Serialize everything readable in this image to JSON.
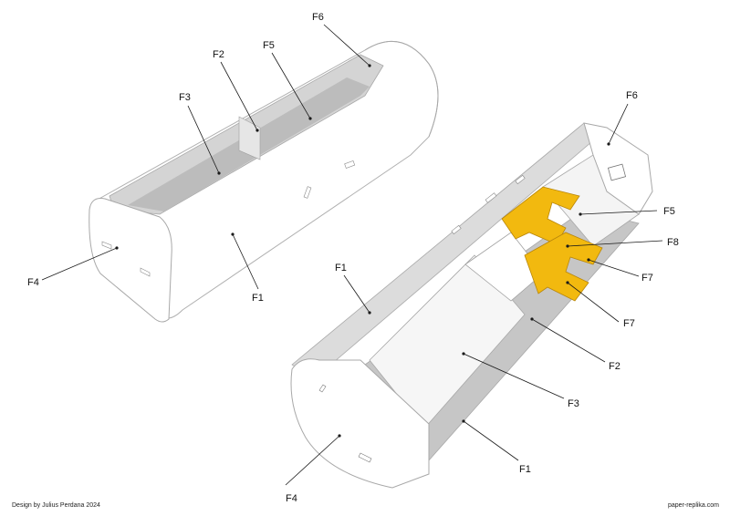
{
  "parts": {
    "f1": "F1",
    "f2": "F2",
    "f3": "F3",
    "f4": "F4",
    "f5": "F5",
    "f6": "F6",
    "f7": "F7",
    "f8": "F8"
  },
  "footer": {
    "designer": "Design by Julius Perdana 2024",
    "website": "paper-replika.com"
  },
  "colors": {
    "paper": "#ffffff",
    "shade": "#d9d9d9",
    "interior": "#c8c8c8",
    "edge": "#a8a8a8",
    "accent": "#f2b90f"
  }
}
